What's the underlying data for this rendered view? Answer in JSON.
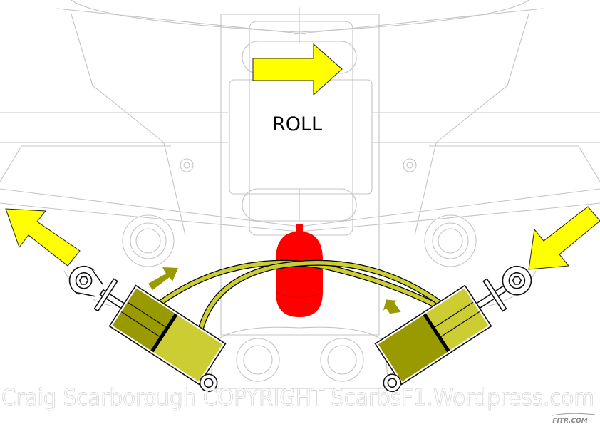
{
  "diagram": {
    "label": "ROLL",
    "watermark": "Craig Scarborough COPYRIGHT ScarbsF1.Wordpress.com",
    "logo_text": "FITR.COM"
  },
  "colors": {
    "arrow_yellow": "#ffff00",
    "damper_dark": "#999900",
    "damper_light": "#cccc33",
    "accumulator": "#ff0000",
    "linework": "#c4c4c4"
  }
}
